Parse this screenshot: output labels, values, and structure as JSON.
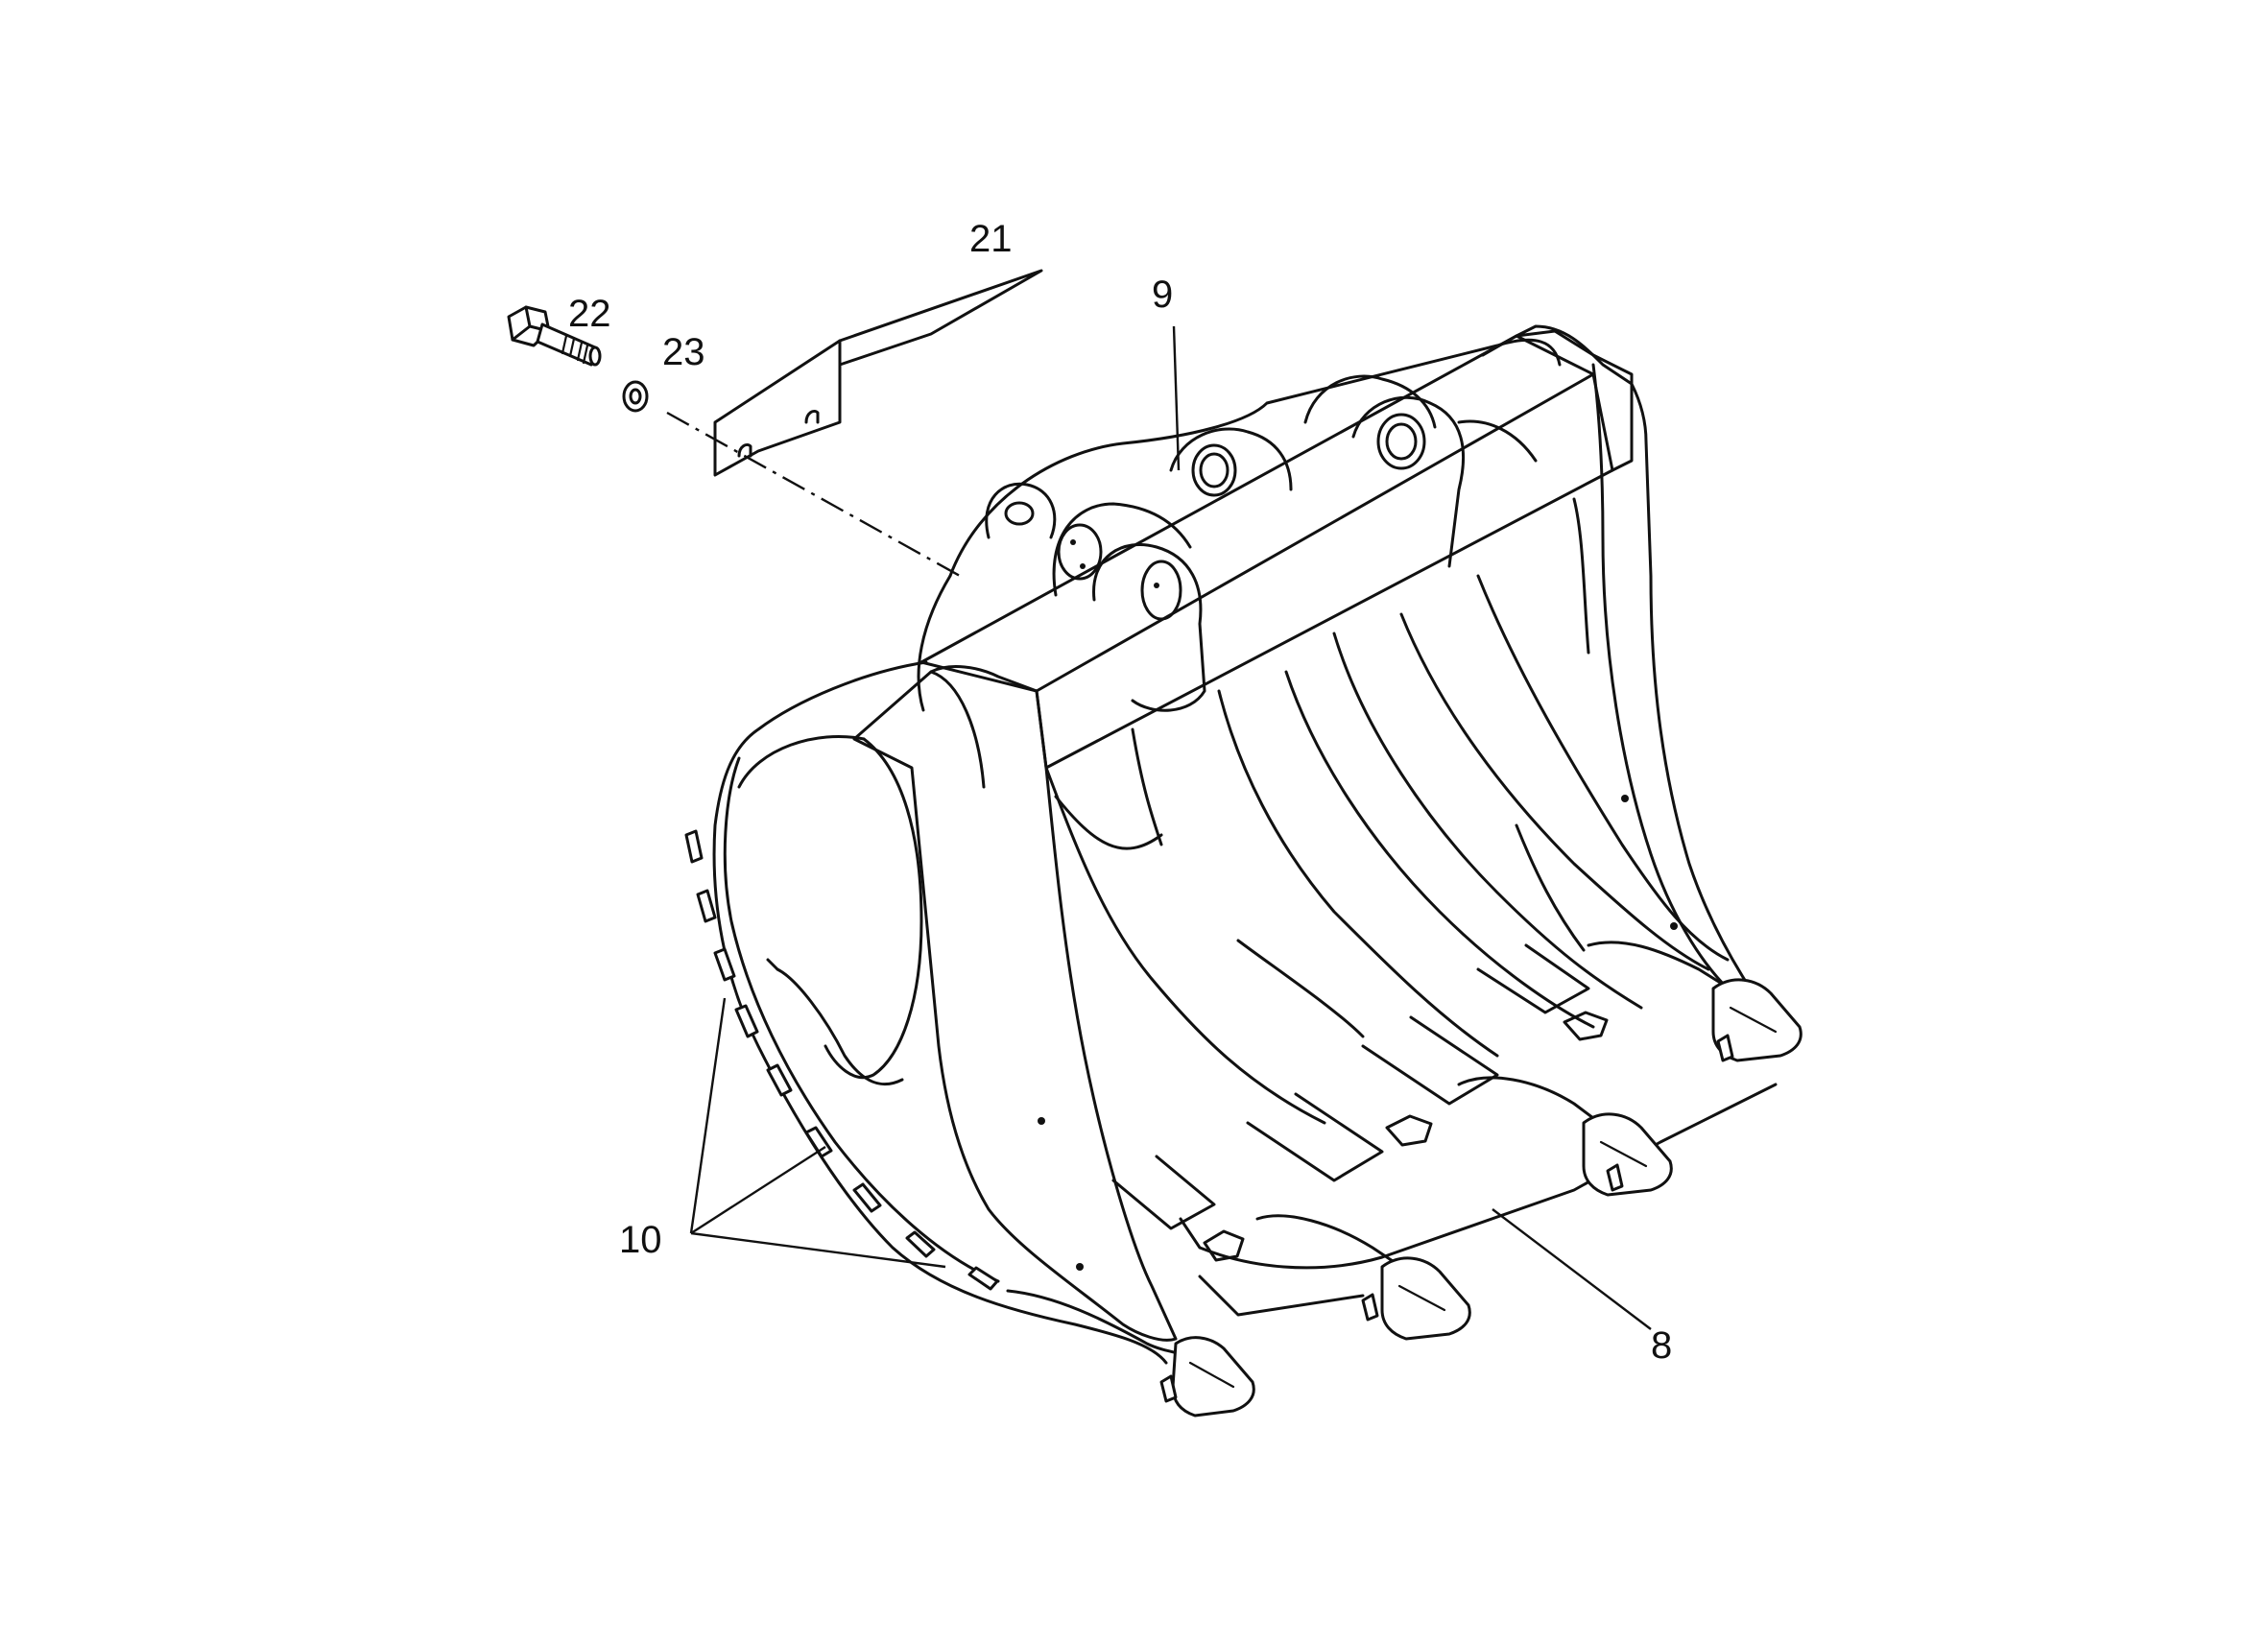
{
  "callouts": {
    "part_21": "21",
    "part_22": "22",
    "part_23": "23",
    "part_9": "9",
    "part_10": "10",
    "part_8": "8"
  }
}
